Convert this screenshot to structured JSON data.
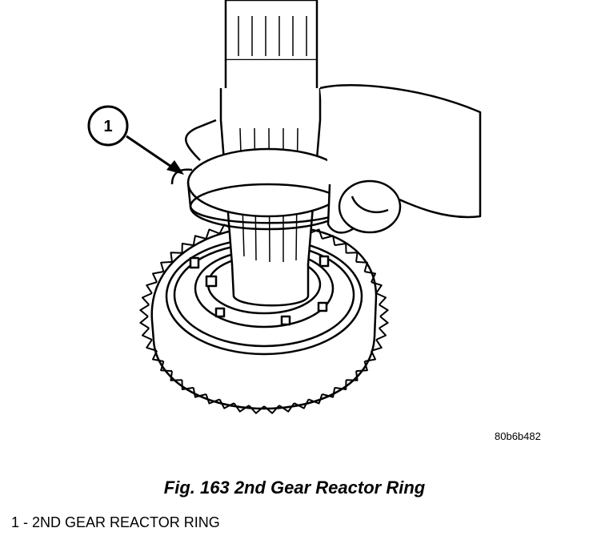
{
  "figure": {
    "callout_number": "1",
    "image_code": "80b6b482",
    "caption": "Fig. 163 2nd Gear Reactor Ring",
    "legend": [
      {
        "number": "1",
        "separator": " - ",
        "text": "2ND GEAR REACTOR RING"
      }
    ]
  }
}
